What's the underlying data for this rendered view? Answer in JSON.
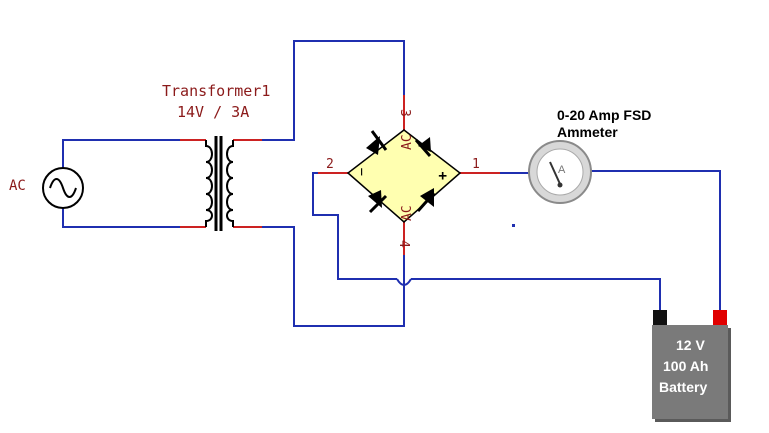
{
  "ac_source": {
    "label": "AC",
    "icon": "ac-sine-icon"
  },
  "transformer": {
    "name": "Transformer1",
    "rating": "14V / 3A"
  },
  "bridge": {
    "pin_top": "3",
    "pin_left": "2",
    "pin_right": "1",
    "pin_bottom": "4",
    "label_ac_top": "AC",
    "label_ac_bottom": "AC",
    "label_minus": "−",
    "label_plus": "+"
  },
  "ammeter": {
    "caption_line1": "0-20 Amp FSD",
    "caption_line2": "Ammeter",
    "dial_letter": "A"
  },
  "battery": {
    "line1": "12 V",
    "line2": "100 Ah",
    "line3": "Battery"
  },
  "colors": {
    "wire": "#1f2fb0",
    "lead": "#cc2222",
    "pin_text": "#8b1a1a",
    "bridge_fill": "#ffffb0",
    "battery_body": "#7a7a7a",
    "terminal_neg": "#111111",
    "terminal_pos": "#e00000"
  }
}
